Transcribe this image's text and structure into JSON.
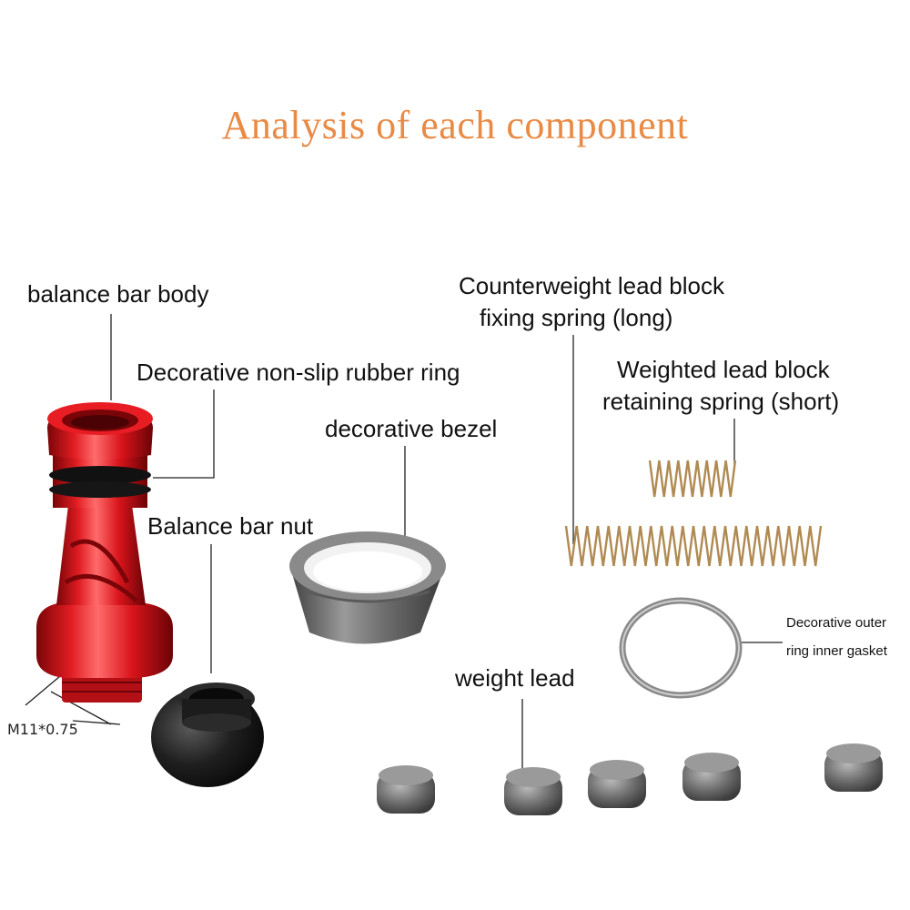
{
  "title": "Analysis of each component",
  "labels": {
    "balance_bar_body": "balance bar body",
    "rubber_ring": "Decorative non-slip rubber ring",
    "bezel": "decorative bezel",
    "nut": "Balance bar nut",
    "spring_long_line1": "Counterweight lead block",
    "spring_long_line2": "fixing spring (long)",
    "spring_short_line1": "Weighted lead block",
    "spring_short_line2": "retaining spring (short)",
    "gasket_line1": "Decorative outer",
    "gasket_line2": "ring inner gasket",
    "weight_lead": "weight lead",
    "thread_spec": "M11*0.75"
  },
  "colors": {
    "title": "#e98a45",
    "body_red": "#d8141b",
    "metal_grey": "#6e6e6e",
    "spring_bronze": "#b08a52",
    "nut_black": "#1a1a1a"
  }
}
